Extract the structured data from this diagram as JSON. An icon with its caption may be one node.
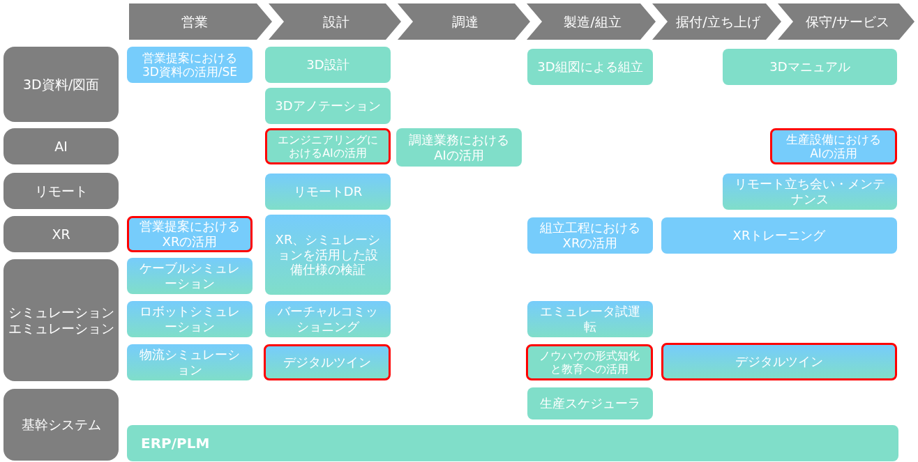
{
  "diagram": {
    "nodes": [
      {
        "text": [
          "営業"
        ]
      },
      {
        "text": [
          "設計"
        ]
      },
      {
        "text": [
          "調達"
        ]
      },
      {
        "text": [
          "製造/組立"
        ]
      },
      {
        "text": [
          "据付/立ち上げ"
        ]
      },
      {
        "text": [
          "保守/サービス"
        ]
      },
      {
        "text": [
          "3D資料/図面"
        ]
      },
      {
        "text": [
          "AI"
        ]
      },
      {
        "text": [
          "リモート"
        ]
      },
      {
        "text": [
          "XR"
        ]
      },
      {
        "text": [
          "シミュレーションエミュレーション"
        ]
      },
      {
        "text": [
          "基幹システム"
        ]
      },
      {
        "text": [
          "営業提案における3D資料の活用/SE"
        ]
      },
      {
        "text": [
          "3D設計"
        ]
      },
      {
        "text": [
          "3D組図による組立"
        ]
      },
      {
        "text": [
          "3Dマニュアル"
        ]
      },
      {
        "text": [
          "3Dアノテーション"
        ]
      },
      {
        "text": [
          "エンジニアリングにおけるAIの活用"
        ]
      },
      {
        "text": [
          "調達業務におけるAIの活用"
        ]
      },
      {
        "text": [
          "生産設備におけるAIの活用"
        ]
      },
      {
        "text": [
          "リモートDR"
        ]
      },
      {
        "text": [
          "リモート立ち会い・メンテナンス"
        ]
      },
      {
        "text": [
          "営業提案におけるXRの活用"
        ]
      },
      {
        "text": [
          "XR、シミュレーションを活用した設備仕様の検証"
        ]
      },
      {
        "text": [
          "組立工程におけるXRの活用"
        ]
      },
      {
        "text": [
          "XRトレーニング"
        ]
      },
      {
        "text": [
          "ケーブルシミュレーション"
        ]
      },
      {
        "text": [
          "ロボットシミュレーション"
        ]
      },
      {
        "text": [
          "バーチャルコミッショニング"
        ]
      },
      {
        "text": [
          "エミュレータ試運転"
        ]
      },
      {
        "text": [
          "物流シミュレーション"
        ]
      },
      {
        "text": [
          "デジタルツイン"
        ]
      },
      {
        "text": [
          "ノウハウの形式知化と教育への活用"
        ]
      },
      {
        "text": [
          "デジタルツイン"
        ]
      },
      {
        "text": [
          "生産スケジューラ"
        ]
      },
      {
        "text": [
          "ERP/PLM"
        ]
      }
    ]
  }
}
